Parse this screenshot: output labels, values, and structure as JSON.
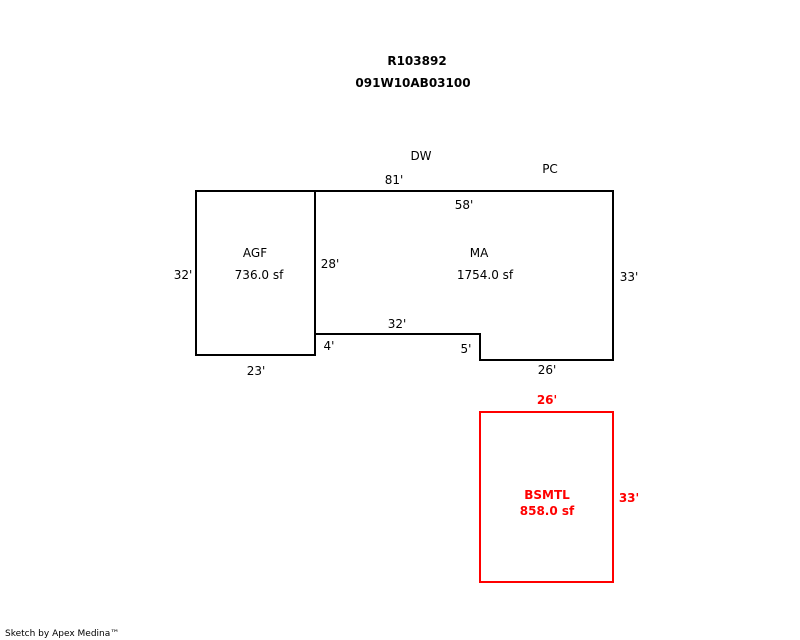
{
  "header": {
    "parcel_id": "R103892",
    "map_number": "091W10AB03100"
  },
  "labels": {
    "dw": "DW",
    "pc": "PC"
  },
  "areas": {
    "agf": {
      "name": "AGF",
      "area": "736.0 sf",
      "dims": {
        "left": "32'",
        "bottom": "23'"
      }
    },
    "ma": {
      "name": "MA",
      "area": "1754.0 sf",
      "dims": {
        "top_outer": "81'",
        "top": "58'",
        "left": "28'",
        "right": "33'",
        "notch_top": "32'",
        "notch_left": "4'",
        "notch_right": "5'",
        "bottom": "26'"
      }
    },
    "bsmtl": {
      "name": "BSMTL",
      "area": "858.0 sf",
      "dims": {
        "top": "26'",
        "right": "33'"
      }
    }
  },
  "colors": {
    "outline": "#000000",
    "basement": "#ff0000"
  },
  "footer": {
    "credit": "Sketch by Apex Medina™"
  }
}
